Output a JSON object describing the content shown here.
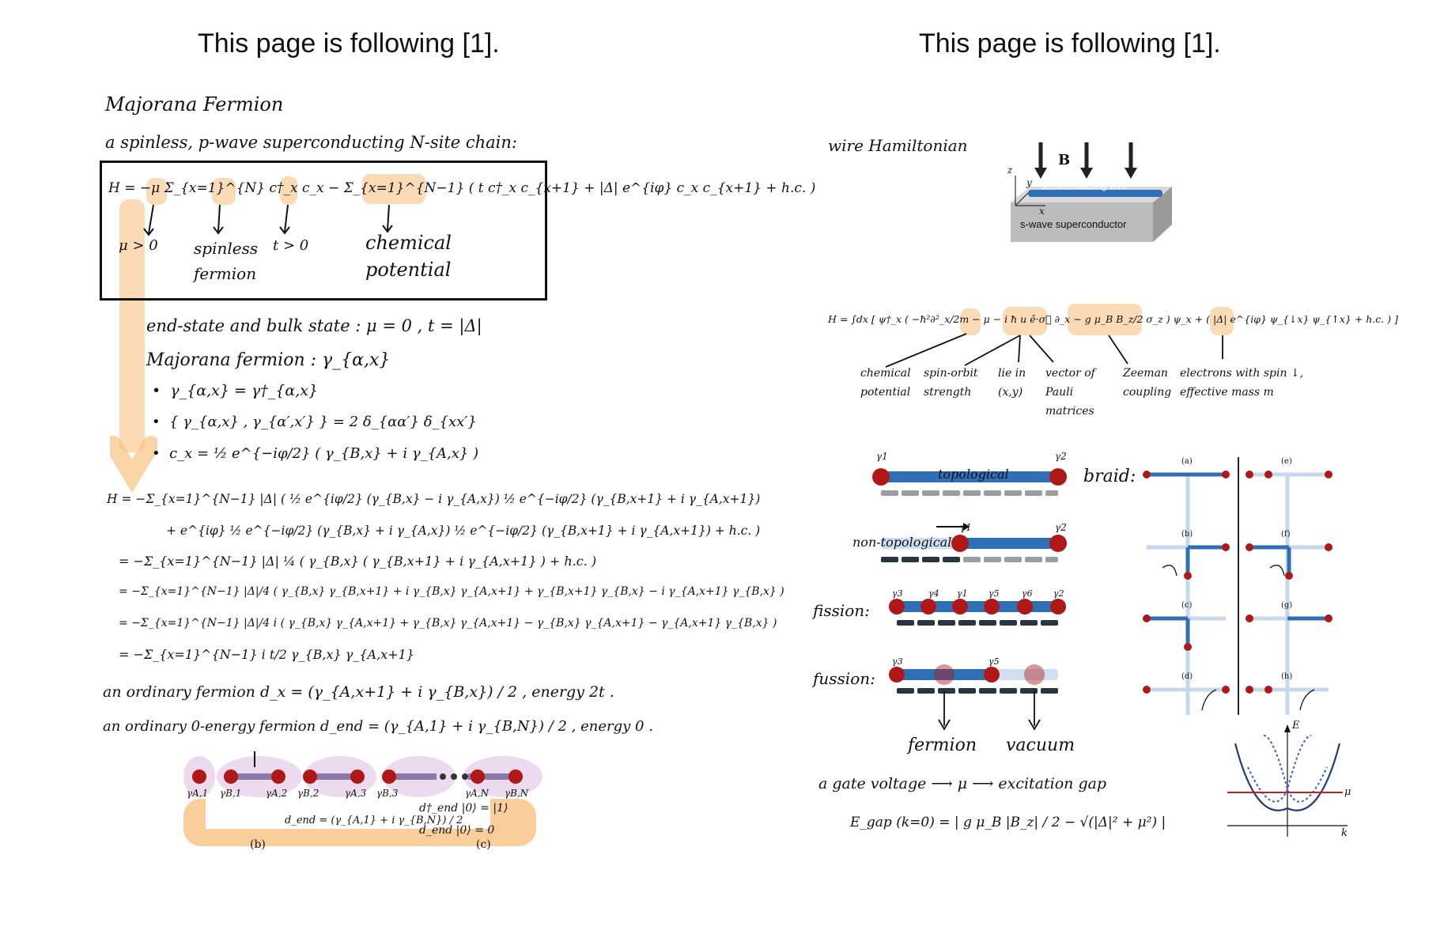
{
  "headers": {
    "left": "This page is following [1].",
    "right": "This page is following [1]."
  },
  "left": {
    "title": "Majorana Fermion",
    "subtitle": "a spinless, p-wave superconducting N-site chain:",
    "hamiltonian": "H = −μ Σ_{x=1}^{N} c†_x c_x − Σ_{x=1}^{N−1} ( t c†_x c_{x+1} + |Δ| e^{iφ} c_x c_{x+1} + h.c. )",
    "labels": {
      "mu": "μ > 0",
      "fermion": "spinless fermion",
      "t": "t > 0",
      "chem": "chemical potential"
    },
    "end_state": "end-state and bulk state :  μ = 0 ,  t = |Δ|",
    "majorana_def": "Majorana fermion : γ_{α,x}",
    "bullets": [
      "γ_{α,x} = γ†_{α,x}",
      "{ γ_{α,x} , γ_{α′,x′} } = 2 δ_{αα′} δ_{xx′}",
      "c_x = ½ e^{−iφ/2} ( γ_{B,x} + i γ_{A,x} )"
    ],
    "derivation": [
      "H = −Σ_{x=1}^{N−1} |Δ| ( ½ e^{iφ/2} (γ_{B,x} − i γ_{A,x}) ½ e^{−iφ/2} (γ_{B,x+1} + i γ_{A,x+1})",
      "+ e^{iφ} ½ e^{−iφ/2} (γ_{B,x} + i γ_{A,x}) ½ e^{−iφ/2} (γ_{B,x+1} + i γ_{A,x+1}) + h.c. )",
      "= −Σ_{x=1}^{N−1} |Δ| ¼ ( γ_{B,x} ( γ_{B,x+1} + i γ_{A,x+1} ) + h.c. )",
      "= −Σ_{x=1}^{N−1} |Δ|/4 ( γ_{B,x} γ_{B,x+1} + i γ_{B,x} γ_{A,x+1} + γ_{B,x+1} γ_{B,x} − i γ_{A,x+1} γ_{B,x} )",
      "= −Σ_{x=1}^{N−1} |Δ|/4 i ( γ_{B,x} γ_{A,x+1} + γ_{B,x} γ_{A,x+1} − γ_{B,x} γ_{A,x+1} − γ_{A,x+1} γ_{B,x} )",
      "= −Σ_{x=1}^{N−1} i t/2 γ_{B,x} γ_{A,x+1}"
    ],
    "ordinary": "an ordinary fermion  d_x = (γ_{A,x+1} + i γ_{B,x}) / 2 ,  energy 2t .",
    "zero_energy": "an ordinary 0-energy fermion  d_end = (γ_{A,1} + i γ_{B,N}) / 2 ,  energy 0 .",
    "chain_labels": [
      "γA,1",
      "γB,1",
      "γA,2",
      "γB,2",
      "γA,3",
      "γB,3",
      "γA,N",
      "γB,N"
    ],
    "dend_formula": "d_end = (γ_{A,1} + i γ_{B,N}) / 2",
    "dend_cases": [
      "d†_end |0⟩ = |1⟩",
      "d_end |0⟩ = 0"
    ],
    "panel_b": "(b)",
    "panel_c": "(c)"
  },
  "right": {
    "wire_title": "wire Hamiltonian",
    "field_label": "B",
    "wire_label": "semiconducting wire",
    "sc_label": "s-wave superconductor",
    "axes": [
      "z",
      "y",
      "x"
    ],
    "hamiltonian": "H = ∫dx [ ψ†_x ( −ħ²∂²_x/2m − μ − i ħ u ê·σ⃗ ∂_x − g μ_B B_z/2 σ_z ) ψ_x + ( |Δ| e^{iφ} ψ_{↓x} ψ_{↑x} + h.c. ) ]",
    "annotations": [
      "chemical potential",
      "spin-orbit strength",
      "lie in (x,y)",
      "vector of Pauli matrices",
      "Zeeman coupling",
      "electrons with spin ↓, effective mass m"
    ],
    "wires": {
      "topological": "topological",
      "non_topological": "non-topological",
      "fission": "fission:",
      "fussion": "fussion:",
      "g1": "γ1",
      "g2": "γ2",
      "g3": "γ3",
      "g4": "γ4",
      "g5": "γ5",
      "g6": "γ6"
    },
    "braid": "braid:",
    "braid_panels": [
      "(a)",
      "(b)",
      "(c)",
      "(d)",
      "(e)",
      "(f)",
      "(g)",
      "(h)"
    ],
    "fermion": "fermion",
    "vacuum": "vacuum",
    "gate": "a gate voltage ⟶ μ ⟶ excitation gap",
    "egap": "E_gap (k=0) = | g μ_B |B_z| / 2 − √(|Δ|² + μ²) |",
    "plot_labels": {
      "E": "E",
      "k": "k",
      "mu": "μ"
    }
  }
}
